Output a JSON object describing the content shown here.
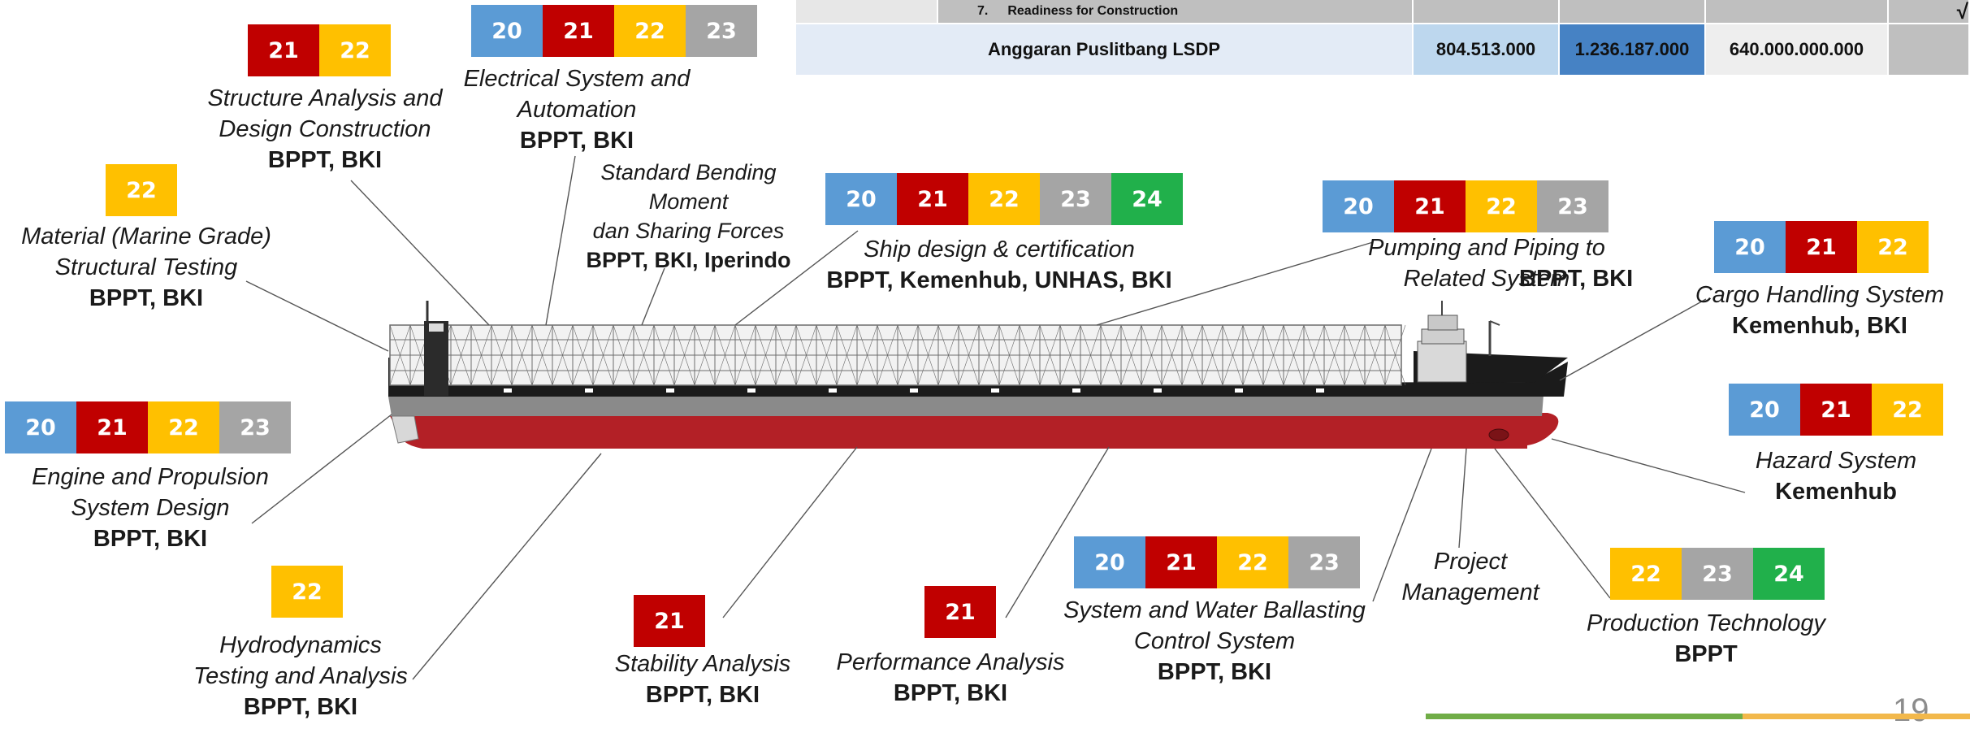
{
  "colors": {
    "year_20": "#5b9bd5",
    "year_21": "#c00000",
    "year_22": "#ffc000",
    "year_23": "#a5a5a5",
    "year_24": "#21b04b",
    "hull_red": "#b32026",
    "hull_black": "#1b1b1b",
    "deck_grey": "#8a8a8a"
  },
  "table": {
    "row_number": "7.",
    "row_label": "Readiness for Construction",
    "budget_label": "Anggaran Puslitbang LSDP",
    "budget_values": [
      "804.513.000",
      "1.236.187.000",
      "640.000.000.000"
    ],
    "overflow_char": "√"
  },
  "page_number": "19",
  "items": [
    {
      "title": "Structure Analysis and\nDesign Construction",
      "org": "BPPT, BKI",
      "years": [
        "21",
        "22"
      ]
    },
    {
      "title": "Electrical System and\nAutomation",
      "org": "BPPT, BKI",
      "years": [
        "20",
        "21",
        "22",
        "23"
      ]
    },
    {
      "title": "Standard Bending\nMoment\ndan Sharing Forces",
      "org": "BPPT, BKI, Iperindo",
      "years": []
    },
    {
      "title": "Ship design & certification",
      "org": "BPPT, Kemenhub, UNHAS, BKI",
      "years": [
        "20",
        "21",
        "22",
        "23",
        "24"
      ]
    },
    {
      "title": "Pumping and Piping  to\nRelated System",
      "org": "BPPT, BKI",
      "years": [
        "20",
        "21",
        "22",
        "23"
      ]
    },
    {
      "title": "Cargo Handling System",
      "org": "Kemenhub, BKI",
      "years": [
        "20",
        "21",
        "22"
      ]
    },
    {
      "title": "Material (Marine Grade)\nStructural Testing",
      "org": "BPPT, BKI",
      "years": [
        "22"
      ]
    },
    {
      "title": "Hazard System",
      "org": "Kemenhub",
      "years": [
        "20",
        "21",
        "22"
      ]
    },
    {
      "title": "Engine and Propulsion\nSystem Design",
      "org": "BPPT, BKI",
      "years": [
        "20",
        "21",
        "22",
        "23"
      ]
    },
    {
      "title": "Hydrodynamics\nTesting and Analysis",
      "org": "BPPT, BKI",
      "years": [
        "22"
      ]
    },
    {
      "title": "Stability Analysis",
      "org": "BPPT, BKI",
      "years": [
        "21"
      ]
    },
    {
      "title": "Performance Analysis",
      "org": "BPPT, BKI",
      "years": [
        "21"
      ]
    },
    {
      "title": "System and Water Ballasting\nControl System",
      "org": "BPPT,  BKI",
      "years": [
        "20",
        "21",
        "22",
        "23"
      ]
    },
    {
      "title": "Project\nManagement",
      "org": "",
      "years": []
    },
    {
      "title": "Production Technology",
      "org": "BPPT",
      "years": [
        "22",
        "23",
        "24"
      ]
    }
  ]
}
